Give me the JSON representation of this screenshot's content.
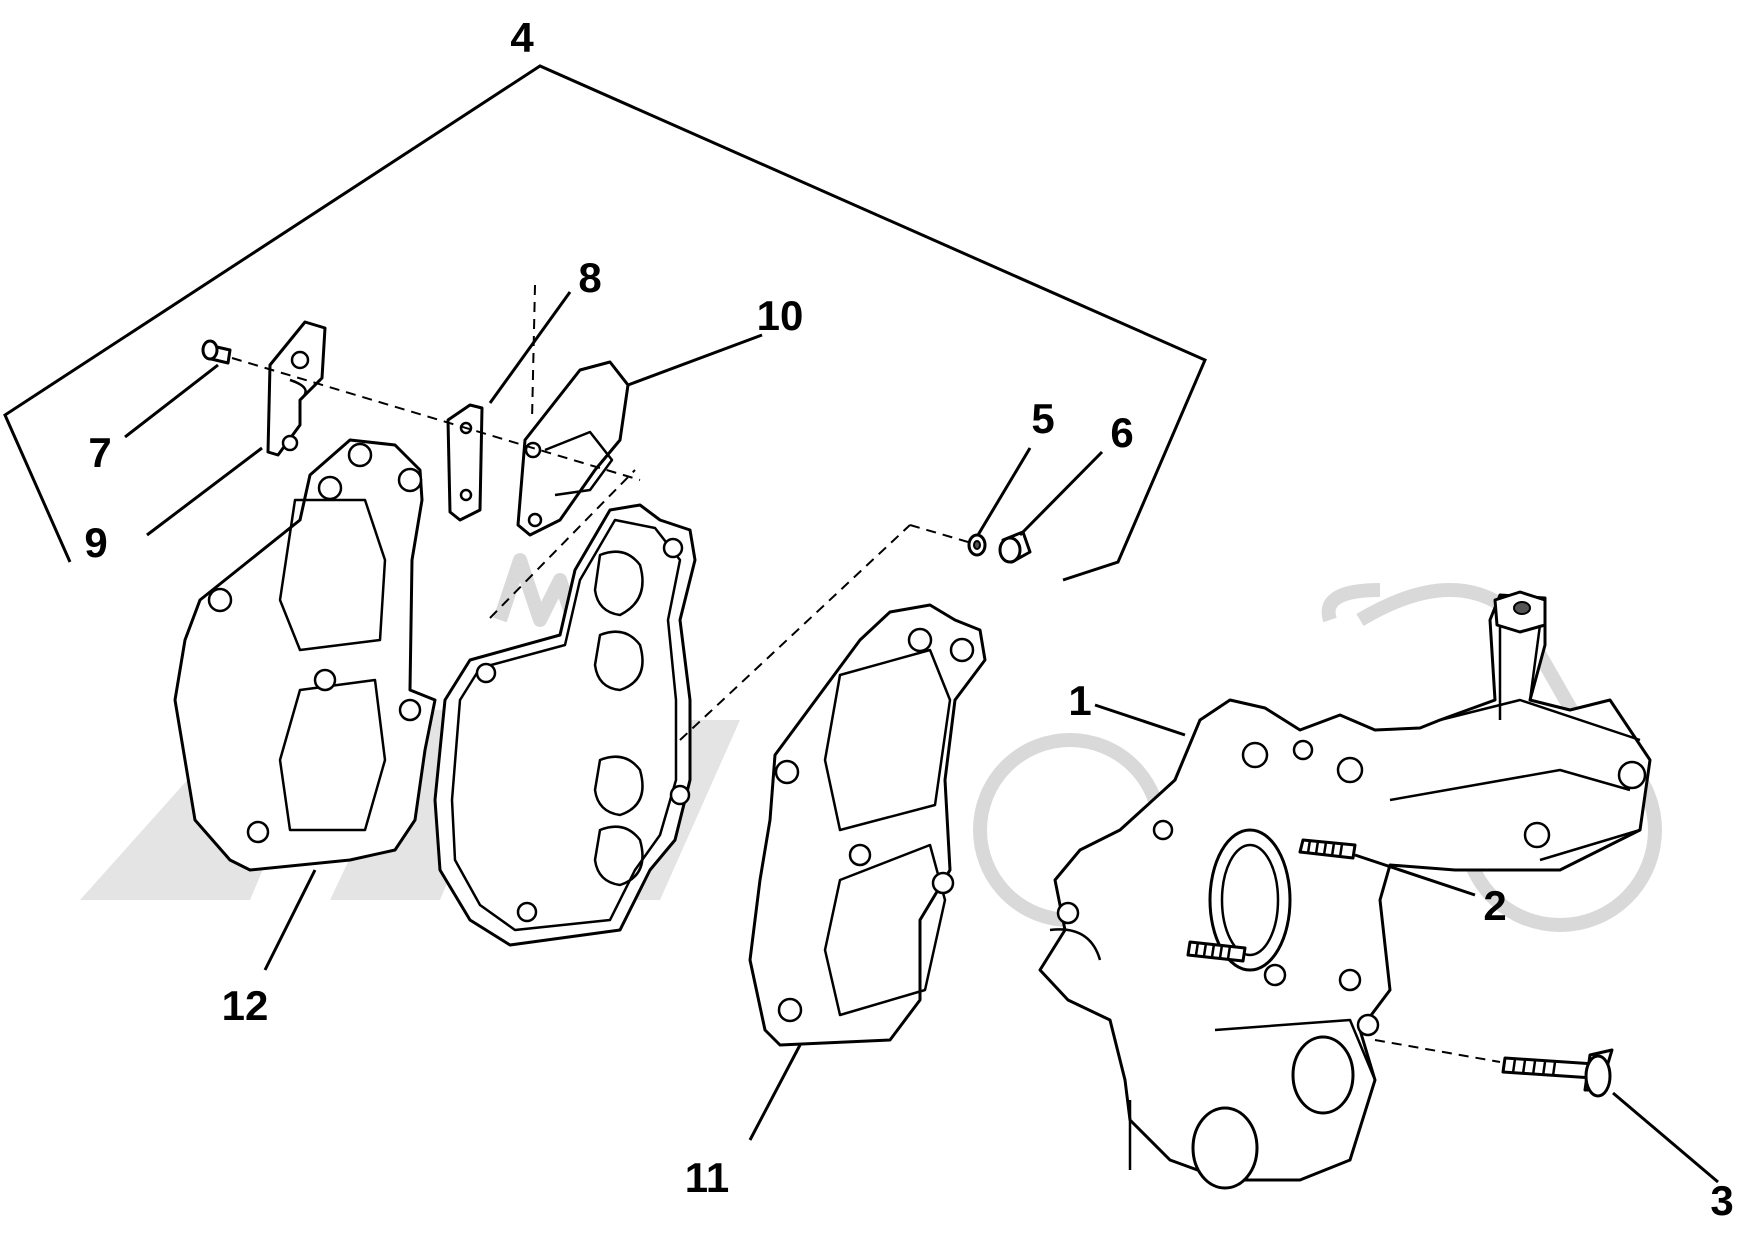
{
  "callouts": [
    {
      "id": "1",
      "label": "1"
    },
    {
      "id": "2",
      "label": "2"
    },
    {
      "id": "3",
      "label": "3"
    },
    {
      "id": "4",
      "label": "4"
    },
    {
      "id": "5",
      "label": "5"
    },
    {
      "id": "6",
      "label": "6"
    },
    {
      "id": "7",
      "label": "7"
    },
    {
      "id": "8",
      "label": "8"
    },
    {
      "id": "9",
      "label": "9"
    },
    {
      "id": "10",
      "label": "10"
    },
    {
      "id": "11",
      "label": "11"
    },
    {
      "id": "12",
      "label": "12"
    }
  ],
  "colors": {
    "line": "#000000",
    "background": "#ffffff",
    "watermark": "#d9d9d9"
  }
}
